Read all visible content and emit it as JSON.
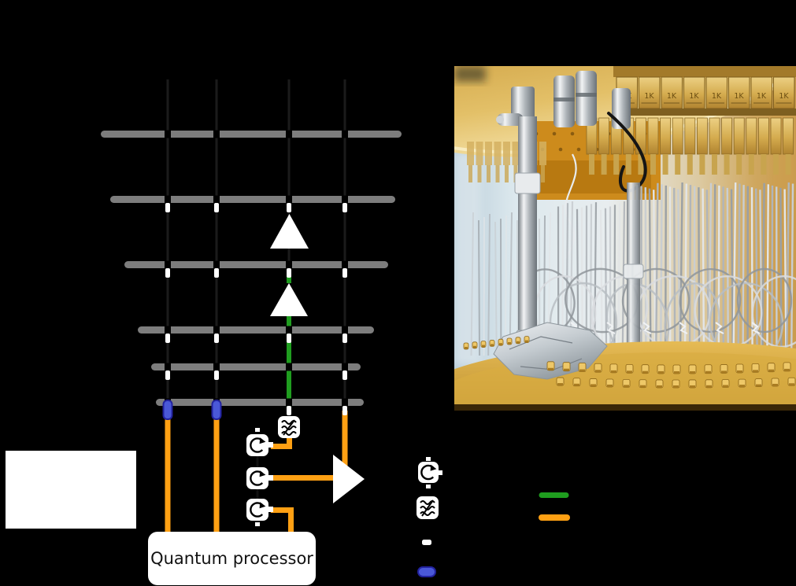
{
  "scene": {
    "background": "#000000"
  },
  "diagram": {
    "plate_color": "#7d7d7d",
    "wire_color": "#1b1b1b",
    "input_line_color": "#ffa013",
    "output_line_color": "#1f9d1f",
    "blue_component_fill": "#4a58d8",
    "blue_component_border": "#22229e",
    "plate_count": 6,
    "signal_line_count": 4,
    "amplifier_count": 3,
    "circulator_count": 3,
    "processor": {
      "label": "Quantum processor"
    }
  },
  "legend": {
    "icons": [
      {
        "name": "circulator-icon"
      },
      {
        "name": "filter-icon"
      },
      {
        "name": "attenuator-icon"
      },
      {
        "name": "blue-component-icon"
      }
    ],
    "swatches": [
      {
        "name": "green-line",
        "color": "#1f9d1f"
      },
      {
        "name": "orange-line",
        "color": "#ffa013"
      }
    ]
  },
  "photo": {
    "alt": "dilution-refrigerator-interior",
    "block_labels": [
      "1K",
      "1K",
      "1K",
      "1K",
      "1K",
      "1K",
      "1K",
      "1K"
    ]
  }
}
